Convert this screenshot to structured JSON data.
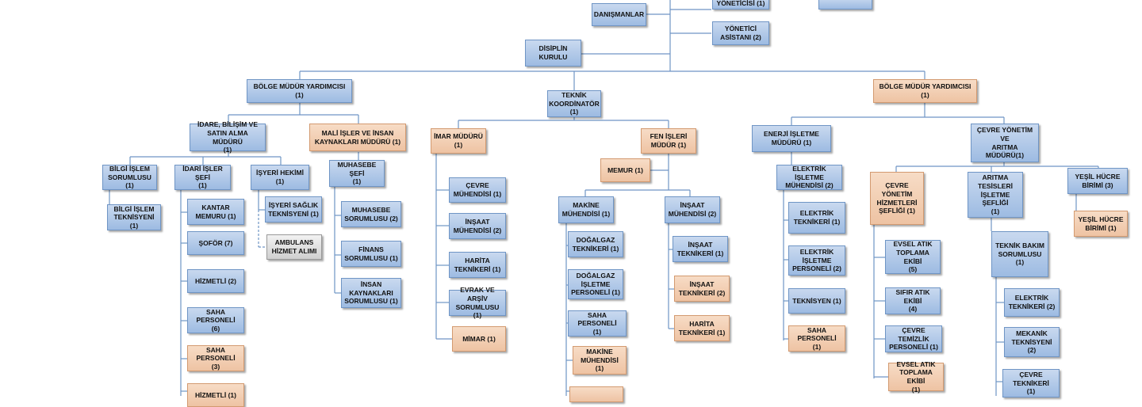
{
  "colors": {
    "blue": "#a9c4e6",
    "peach": "#f1cbae",
    "gray": "#dcdcdc",
    "line": "#6f95c5"
  },
  "org": {
    "top": {
      "danismanlar": "DANIŞMANLAR",
      "yonetici_top": "YÖNETİCİSİ (1)",
      "yonetici_asistani": "YÖNETİCİ\nASİSTANI (2)",
      "disiplin_kurulu": "DİSİPLİN KURULU"
    },
    "left": {
      "head": "BÖLGE MÜDÜR YARDIMCISI (1)",
      "idare": "İDARE, BİLİŞİM VE\nSATIN ALMA MÜDÜRÜ\n(1)",
      "mali": "MALİ İŞLER VE İNSAN\nKAYNAKLARI MÜDÜRÜ (1)",
      "bilgi_islem_sorumlusu": "BİLGİ İŞLEM\nSORUMLUSU (1)",
      "bilgi_islem_teknisyeni": "BİLGİ İŞLEM\nTEKNİSYENİ (1)",
      "idari_isler_sefi": "İDARİ İŞLER ŞEFİ\n(1)",
      "kantar_memuru": "KANTAR\nMEMURU (1)",
      "sofor": "ŞOFÖR (7)",
      "hizmetli_2": "HİZMETLİ (2)",
      "saha_personeli_6": "SAHA PERSONELİ\n(6)",
      "saha_personeli_3": "SAHA PERSONELİ\n(3)",
      "hizmetli_1": "HİZMETLİ (1)",
      "isyeri_hekimi": "İŞYERİ HEKİMİ (1)",
      "isyeri_saglik": "İŞYERİ SAĞLIK\nTEKNİSYENİ (1)",
      "ambulans": "AMBULANS\nHİZMET ALIMI",
      "muhasebe_sefi": "MUHASEBE ŞEFİ\n(1)",
      "muhasebe_sorumlusu": "MUHASEBE\nSORUMLUSU (2)",
      "finans_sorumlusu": "FİNANS\nSORUMLUSU (1)",
      "insan_kaynaklari": "İNSAN\nKAYNAKLARI\nSORUMLUSU (1)"
    },
    "center": {
      "head": "TEKNİK\nKOORDİNATÖR\n(1)",
      "imar_muduru": "İMAR MÜDÜRÜ (1)",
      "cevre_muhendisi": "ÇEVRE\nMÜHENDİSİ (1)",
      "insaat_muhendisi_2": "İNŞAAT\nMÜHENDİSİ (2)",
      "harita_teknikeri": "HARİTA\nTEKNİKERİ (1)",
      "evrak_arsiv": "EVRAK VE ARŞİV\nSORUMLUSU (1)",
      "mimar": "MİMAR (1)",
      "fen_isleri": "FEN İŞLERİ\nMÜDÜR (1)",
      "memur": "MEMUR (1)",
      "makine_muhendisi": "MAKİNE\nMÜHENDİSİ (1)",
      "dogalgaz_teknikeri": "DOĞALGAZ\nTEKNİKERİ (1)",
      "dogalgaz_isletme": "DOĞALGAZ\nİŞLETME\nPERSONELİ (1)",
      "saha_personeli_1": "SAHA PERSONELİ\n(1)",
      "makine_muhendisi_2": "MAKİNE\nMÜHENDİSİ (1)",
      "insaat_muhendisi_fen": "İNŞAAT\nMÜHENDİSİ (2)",
      "insaat_teknikeri_1": "İNŞAAT\nTEKNİKERİ (1)",
      "insaat_teknikeri_2": "İNŞAAT\nTEKNİKERİ (2)",
      "harita_teknikeri_fen": "HARİTA\nTEKNİKERİ (1)"
    },
    "right": {
      "head": "BÖLGE MÜDÜR YARDIMCISI (1)",
      "enerji": "ENERJİ İŞLETME\nMÜDÜRÜ (1)",
      "elektrik_muhendisi": "ELEKTRİK İŞLETME\nMÜHENDİSİ (2)",
      "elektrik_teknikeri": "ELEKTRİK\nTEKNİKERİ (1)",
      "elektrik_isletme_personeli": "ELEKTRİK\nİŞLETME\nPERSONELİ (2)",
      "teknisyen": "TEKNİSYEN (1)",
      "saha_personeli_enerji": "SAHA PERSONELİ\n(1)",
      "cevre_yonetim_muduru": "ÇEVRE YÖNETİM VE\nARITMA MÜDÜRÜ(1)",
      "cevre_yonetim_sefligi": "ÇEVRE YÖNETİM\nHİZMETLERİ\nŞEFLİĞİ (1)",
      "evsel_atik_5": "EVSEL ATIK\nTOPLAMA EKİBİ\n(5)",
      "sifir_atik": "SIFIR ATIK EKİBİ\n(4)",
      "cevre_temizlik": "ÇEVRE TEMİZLİK\nPERSONELİ (1)",
      "evsel_atik_1": "EVSEL ATIK\nTOPLAMA EKİBİ\n(1)",
      "aritma_sefligi": "ARITMA\nTESİSLERİ\nİŞLETME ŞEFLİĞİ\n(1)",
      "teknik_bakim": "TEKNİK BAKIM\nSORUMLUSU (1)",
      "elektrik_teknikeri_2": "ELEKTRİK\nTEKNİKERİ (2)",
      "mekanik_teknisyeni": "MEKANİK\nTEKNİSYENİ (2)",
      "cevre_teknikeri": "ÇEVRE TEKNİKERİ\n(1)",
      "yesil_hucre_3": "YEŞİL HÜCRE\nBİRİMİ (3)",
      "yesil_hucre_1": "YEŞİL HÜCRE\nBİRİMİ (1)"
    }
  }
}
